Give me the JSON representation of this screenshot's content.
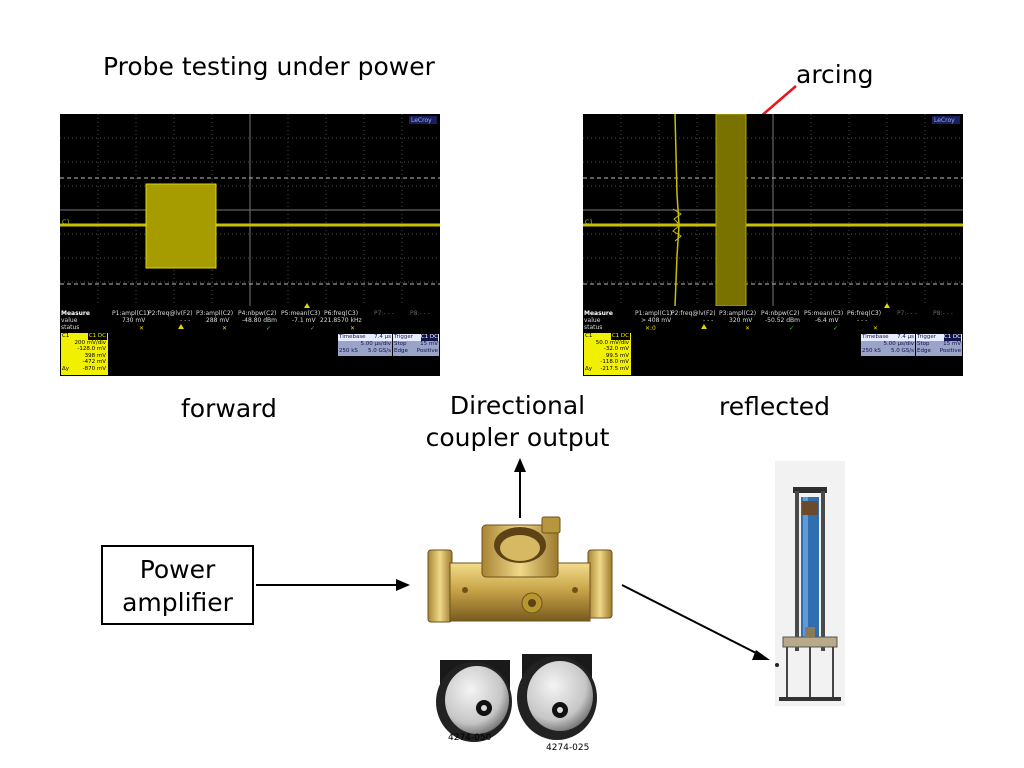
{
  "title": "Probe testing under power",
  "labels": {
    "arcing": "arcing",
    "forward": "forward",
    "reflected": "reflected",
    "coupler_line1": "Directional",
    "coupler_line2": "coupler output",
    "power_line1": "Power",
    "power_line2": "amplifier"
  },
  "element_captions": {
    "left": "4274-050",
    "right": "4274-025"
  },
  "scope_common": {
    "brand": "LeCroy",
    "measure_row_label": "Measure",
    "value_row_label": "value",
    "status_row_label": "status",
    "timebase_label": "Timebase",
    "trigger_label": "Trigger",
    "dc_label": "C1 DC",
    "stop_label": "Stop",
    "edge_label": "Edge",
    "positive_label": "Positive",
    "channel_label": "C1",
    "delta_label": "Δy"
  },
  "scope_forward": {
    "params": [
      "P1:ampl(C1)",
      "P2:freq@lv(F2)",
      "P3:ampl(C2)",
      "P4:nbpw(C2)",
      "P5:mean(C3)",
      "P6:freq(C3)",
      "P7:- - -",
      "P8:- - -"
    ],
    "values": [
      "730 mV",
      "- - -",
      "288 mV",
      "-48.80 dBm",
      "-7.1 mV",
      "221.8570 kHz",
      "",
      ""
    ],
    "c1": [
      "200 mV/div",
      "-128.0 mV",
      "398 mV",
      "-472 mV",
      "-870 mV"
    ],
    "timebase": "7.4 µs",
    "timebase_div": "5.00 µs/div",
    "samples": "250 kS",
    "rate": "5.0 GS/s",
    "trigger_level": "15 mV"
  },
  "scope_reflected": {
    "params": [
      "P1:ampl(C1)",
      "P2:freq@lv(F2)",
      "P3:ampl(C2)",
      "P4:nbpw(C2)",
      "P5:mean(C3)",
      "P6:freq(C3)",
      "P7:- - -",
      "P8:- - -"
    ],
    "values": [
      "> 408 mV",
      "- - -",
      "320 mV",
      "-50.52 dBm",
      "-6.4 mV",
      "- - -",
      "",
      ""
    ],
    "c1": [
      "50.0 mV/div",
      "-32.0 mV",
      "99.5 mV",
      "-118.0 mV",
      "-217.5 mV"
    ],
    "timebase": "7.4 µs",
    "timebase_div": "5.00 µs/div",
    "samples": "250 kS",
    "rate": "5.0 GS/s",
    "trigger_level": "15 mV"
  },
  "colors": {
    "trace": "#c8c000",
    "trace_fill": "#7a7200",
    "arrow_red": "#e8141c",
    "brass": "#c9a64a",
    "probe_blue": "#2f6fb0"
  }
}
